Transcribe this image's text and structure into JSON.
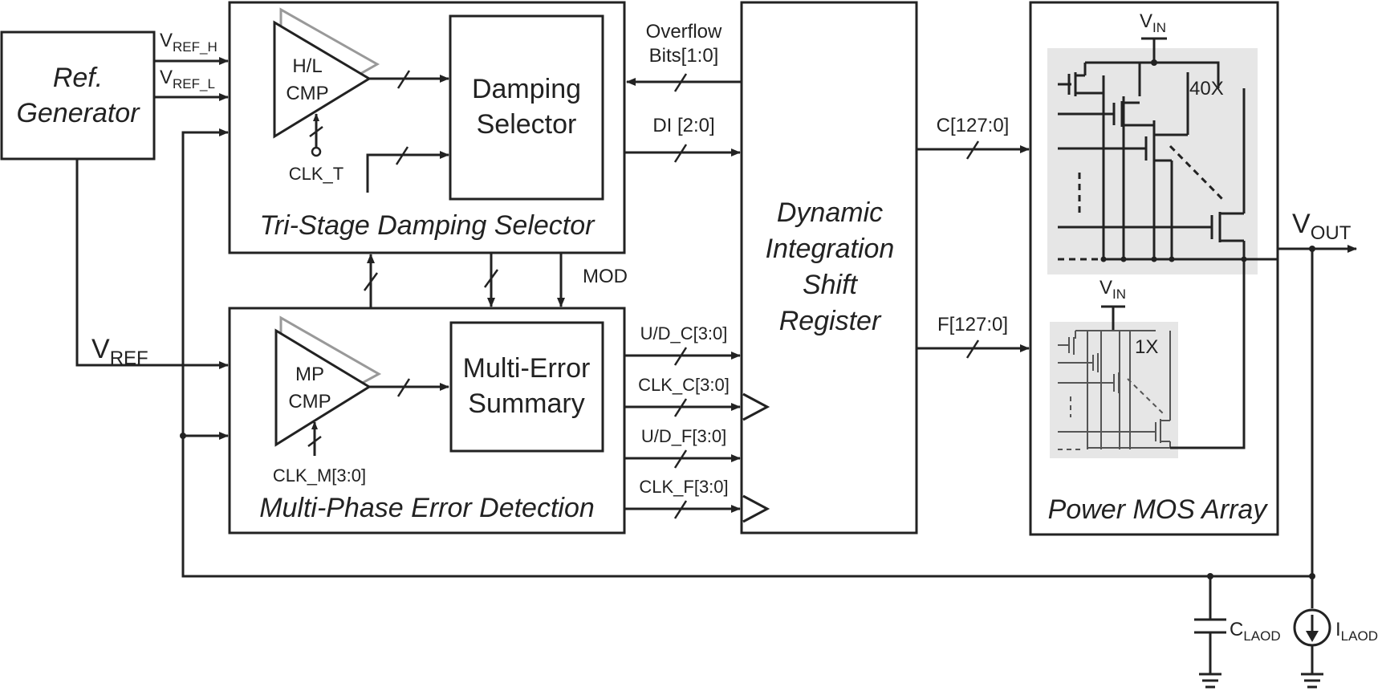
{
  "blocks": {
    "ref_gen_line1": "Ref.",
    "ref_gen_line2": "Generator",
    "tri_stage": "Tri-Stage Damping Selector",
    "hl_cmp_line1": "H/L",
    "hl_cmp_line2": "CMP",
    "damping_line1": "Damping",
    "damping_line2": "Selector",
    "clk_t": "CLK_T",
    "multiphase": "Multi-Phase Error Detection",
    "mp_cmp_line1": "MP",
    "mp_cmp_line2": "CMP",
    "mes_line1": "Multi-Error",
    "mes_line2": "Summary",
    "clk_m": "CLK_M[3:0]",
    "disr_line1": "Dynamic",
    "disr_line2": "Integration",
    "disr_line3": "Shift",
    "disr_line4": "Register",
    "power_mos": "Power MOS Array",
    "mult_40x": "40X",
    "mult_1x": "1X"
  },
  "signals": {
    "vref_h": "V",
    "vref_h_sub": "REF_H",
    "vref_l": "V",
    "vref_l_sub": "REF_L",
    "vref": "V",
    "vref_sub": "REF",
    "overflow_line1": "Overflow",
    "overflow_line2": "Bits[1:0]",
    "di": "DI [2:0]",
    "mod": "MOD",
    "ud_c": "U/D_C[3:0]",
    "clk_c": "CLK_C[3:0]",
    "ud_f": "U/D_F[3:0]",
    "clk_f": "CLK_F[3:0]",
    "c_bus": "C[127:0]",
    "f_bus": "F[127:0]",
    "vin1": "V",
    "vin1_sub": "IN",
    "vin2": "V",
    "vin2_sub": "IN",
    "vout": "V",
    "vout_sub": "OUT",
    "cload": "C",
    "cload_sub": "LAOD",
    "iload": "I",
    "iload_sub": "LAOD"
  }
}
